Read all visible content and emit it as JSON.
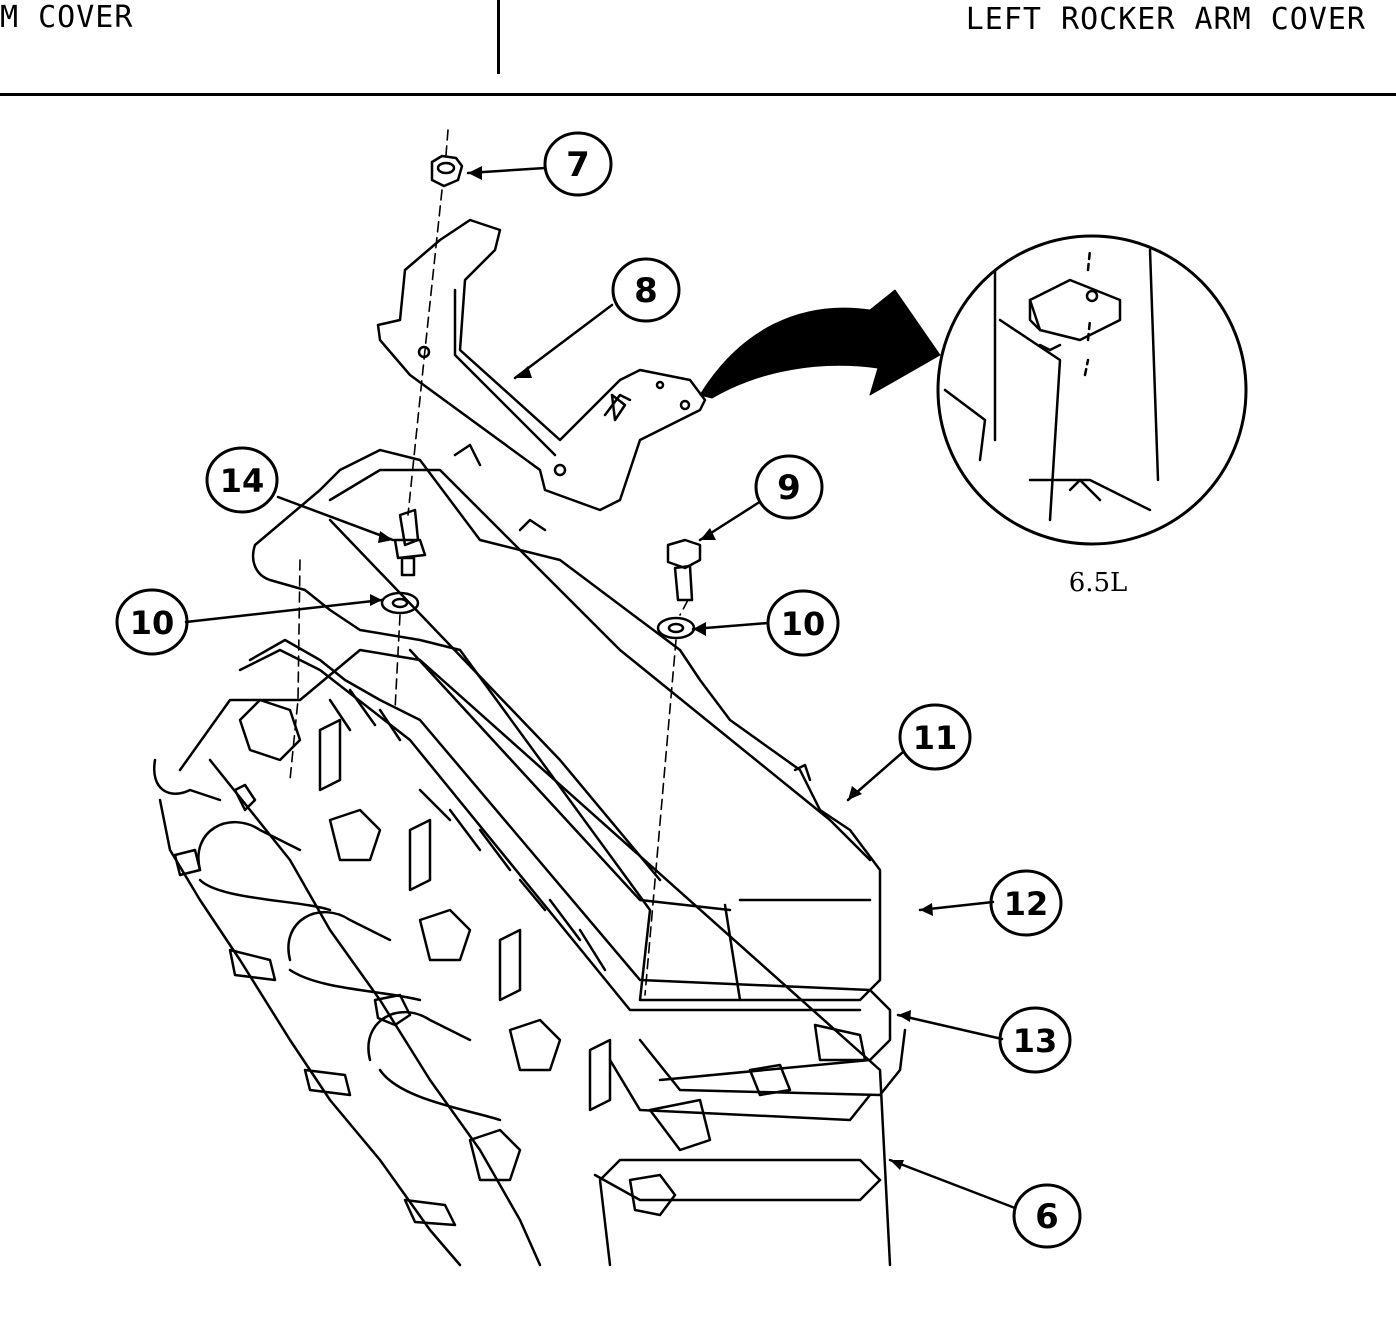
{
  "header": {
    "left_title": "M COVER",
    "right_title": "LEFT ROCKER ARM COVER"
  },
  "figure": {
    "detail_label": "6.5L",
    "callouts": [
      {
        "id": "c7",
        "label": "7"
      },
      {
        "id": "c8",
        "label": "8"
      },
      {
        "id": "c9",
        "label": "9"
      },
      {
        "id": "c10a",
        "label": "10"
      },
      {
        "id": "c10b",
        "label": "10"
      },
      {
        "id": "c11",
        "label": "11"
      },
      {
        "id": "c12",
        "label": "12"
      },
      {
        "id": "c13",
        "label": "13"
      },
      {
        "id": "c14",
        "label": "14"
      },
      {
        "id": "c6",
        "label": "6"
      }
    ]
  },
  "colors": {
    "ink": "#000000",
    "paper": "#ffffff"
  }
}
